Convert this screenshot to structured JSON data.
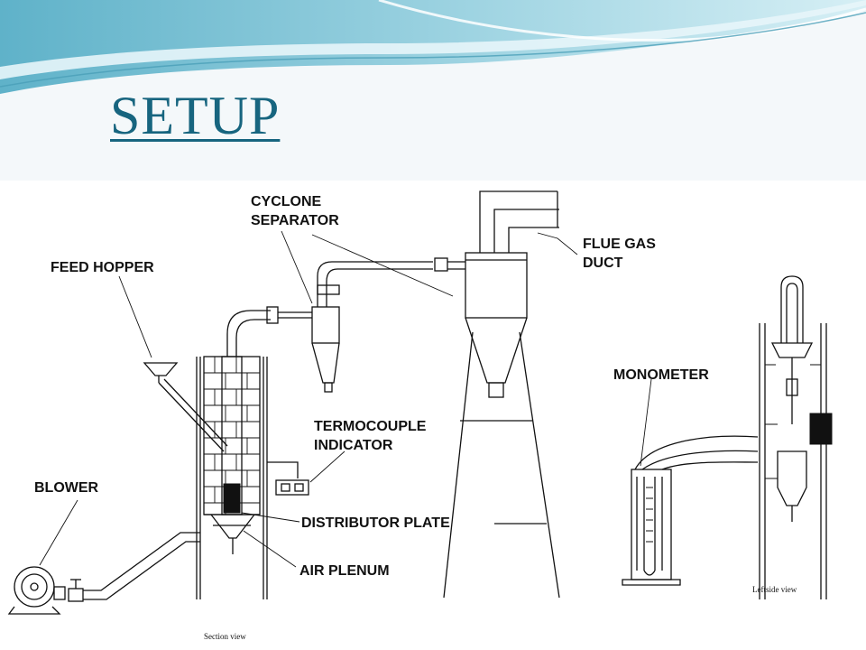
{
  "slide": {
    "title": "SETUP"
  },
  "diagram": {
    "labels": {
      "cyclone_separator_line1": "CYCLONE",
      "cyclone_separator_line2": "SEPARATOR",
      "feed_hopper": "FEED HOPPER",
      "flue_gas_duct_line1": "FLUE GAS",
      "flue_gas_duct_line2": "DUCT",
      "monometer": "MONOMETER",
      "termocouple_indicator_line1": "TERMOCOUPLE",
      "termocouple_indicator_line2": "INDICATOR",
      "blower": "BLOWER",
      "distributor_plate": "DISTRIBUTOR PLATE",
      "air_plenum": "AIR PLENUM"
    },
    "captions": {
      "section_view": "Section view",
      "leftside_view": "Leftside view"
    }
  },
  "theme": {
    "title_color": "#17657f",
    "wave_teal": "#7cc4d6",
    "wave_light": "#b9e2ec",
    "line_color": "#111111"
  }
}
